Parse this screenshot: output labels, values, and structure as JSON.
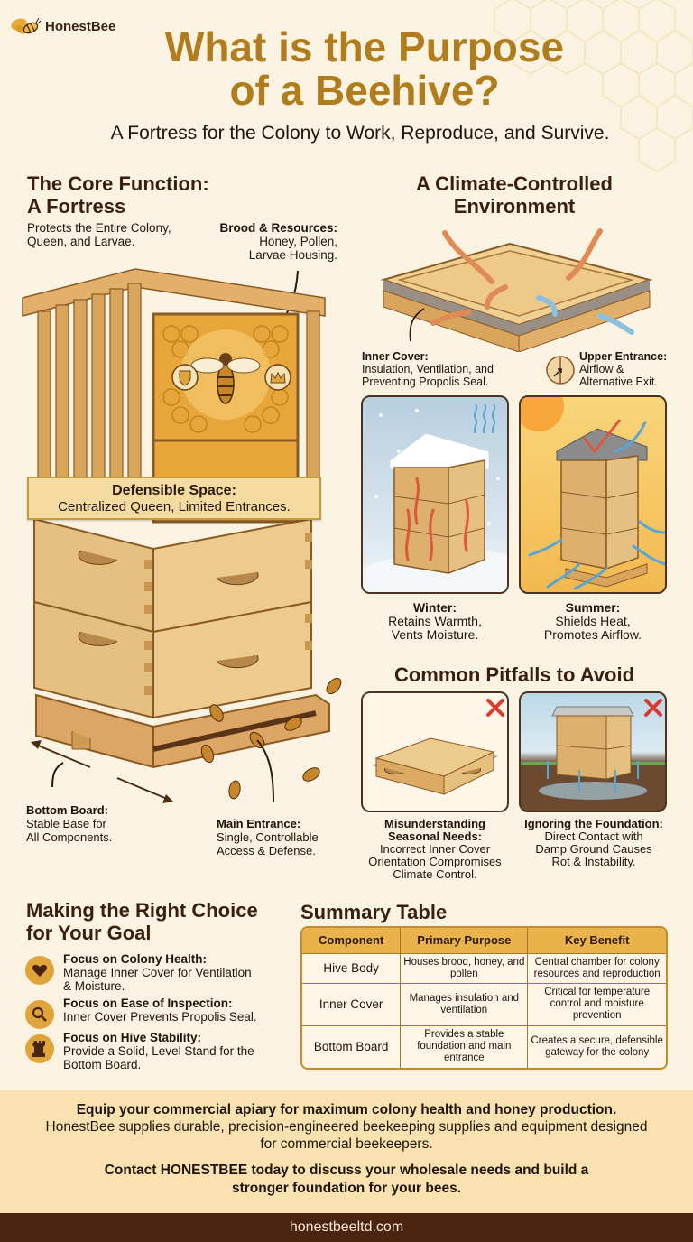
{
  "brand": {
    "logo_text": "HonestBee",
    "logo_icon": "bee-icon"
  },
  "header": {
    "title_line1": "What is the Purpose",
    "title_line2": "of a Beehive?",
    "subtitle": "A Fortress for the Colony to Work, Reproduce, and Survive."
  },
  "core": {
    "heading_line1": "The Core Function:",
    "heading_line2": "A Fortress",
    "description_line1": "Protects the Entire Colony,",
    "description_line2": "Queen, and Larvae.",
    "brood": {
      "title": "Brood & Resources:",
      "line1": "Honey, Pollen,",
      "line2": "Larvae Housing."
    },
    "defensible": {
      "title": "Defensible Space:",
      "text": "Centralized Queen, Limited Entrances."
    },
    "bottom_board": {
      "title": "Bottom Board:",
      "line1": "Stable Base for",
      "line2": "All Components."
    },
    "main_entrance": {
      "title": "Main Entrance:",
      "line1": "Single, Controllable",
      "line2": "Access & Defense."
    }
  },
  "climate": {
    "heading_line1": "A Climate-Controlled",
    "heading_line2": "Environment",
    "inner_cover": {
      "title": "Inner Cover:",
      "line1": "Insulation, Ventilation, and",
      "line2": "Preventing Propolis Seal."
    },
    "upper_entrance": {
      "title": "Upper Entrance:",
      "line1": "Airflow &",
      "line2": "Alternative Exit."
    },
    "winter": {
      "title": "Winter:",
      "line1": "Retains Warmth,",
      "line2": "Vents Moisture."
    },
    "summer": {
      "title": "Summer:",
      "line1": "Shields Heat,",
      "line2": "Promotes Airflow."
    }
  },
  "pitfalls": {
    "heading": "Common Pitfalls to Avoid",
    "items": [
      {
        "title_line1": "Misunderstanding",
        "title_line2": "Seasonal Needs:",
        "line1": "Incorrect Inner Cover",
        "line2": "Orientation Compromises",
        "line3": "Climate Control.",
        "icon": "x-mark-icon"
      },
      {
        "title_line1": "Ignoring the Foundation:",
        "title_line2": "",
        "line1": "Direct Contact with",
        "line2": "Damp Ground Causes",
        "line3": "Rot & Instability.",
        "icon": "x-mark-icon"
      }
    ]
  },
  "choices": {
    "heading_line1": "Making the Right Choice",
    "heading_line2": "for Your Goal",
    "items": [
      {
        "icon": "heart-icon",
        "title": "Focus on Colony Health:",
        "line1": "Manage Inner Cover for Ventilation",
        "line2": "& Moisture."
      },
      {
        "icon": "magnifier-icon",
        "title": "Focus on Ease of Inspection:",
        "line1": "Inner Cover Prevents Propolis Seal.",
        "line2": ""
      },
      {
        "icon": "tower-icon",
        "title": "Focus on Hive Stability:",
        "line1": "Provide a Solid, Level Stand for the",
        "line2": "Bottom Board."
      }
    ]
  },
  "summary_table": {
    "heading": "Summary Table",
    "columns": [
      "Component",
      "Primary Purpose",
      "Key Benefit"
    ],
    "rows": [
      [
        "Hive Body",
        "Houses brood, honey, and pollen",
        "Central chamber for colony resources and reproduction"
      ],
      [
        "Inner Cover",
        "Manages insulation and ventilation",
        "Critical for temperature control and moisture prevention"
      ],
      [
        "Bottom Board",
        "Provides a stable foundation and main entrance",
        "Creates a secure, defensible gateway for the colony"
      ]
    ]
  },
  "cta": {
    "line1": "Equip your commercial apiary for maximum colony health and honey production.",
    "line2": "HonestBee supplies durable, precision-engineered beekeeping supplies and equipment designed for commercial beekeepers.",
    "line3": "Contact HONESTBEE today to discuss your wholesale needs and build a stronger foundation for your bees."
  },
  "footer": {
    "url": "honestbeeltd.com"
  },
  "colors": {
    "background": "#fbf3e1",
    "title_gold": "#b07c1c",
    "heading_brown": "#3a1f10",
    "accent_amber": "#e0a53a",
    "table_header": "#eab24a",
    "cta_band": "#f9e2b0",
    "footer_bg": "#4a2410"
  }
}
